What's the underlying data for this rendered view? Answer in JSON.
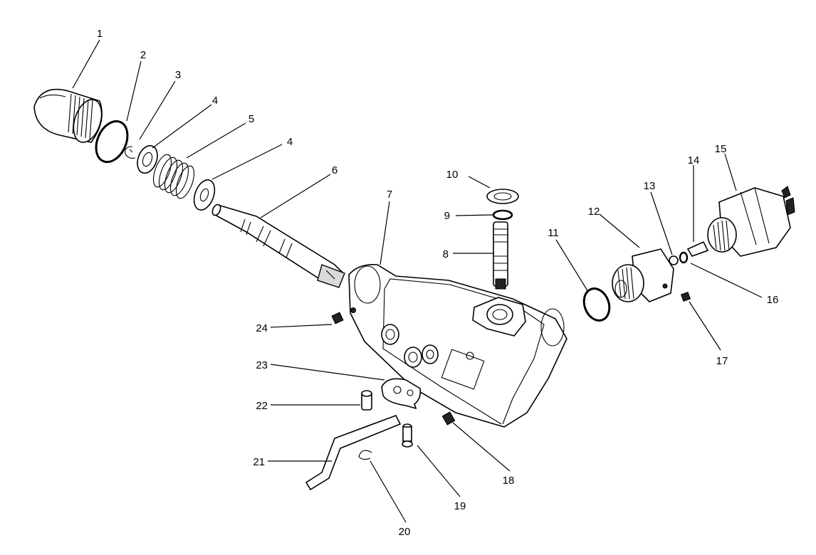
{
  "diagram": {
    "callouts": [
      {
        "id": "c1",
        "label": "1"
      },
      {
        "id": "c2",
        "label": "2"
      },
      {
        "id": "c3",
        "label": "3"
      },
      {
        "id": "c4a",
        "label": "4"
      },
      {
        "id": "c5",
        "label": "5"
      },
      {
        "id": "c4b",
        "label": "4"
      },
      {
        "id": "c6",
        "label": "6"
      },
      {
        "id": "c7",
        "label": "7"
      },
      {
        "id": "c8",
        "label": "8"
      },
      {
        "id": "c9",
        "label": "9"
      },
      {
        "id": "c10",
        "label": "10"
      },
      {
        "id": "c11",
        "label": "11"
      },
      {
        "id": "c12",
        "label": "12"
      },
      {
        "id": "c13",
        "label": "13"
      },
      {
        "id": "c14",
        "label": "14"
      },
      {
        "id": "c15",
        "label": "15"
      },
      {
        "id": "c16",
        "label": "16"
      },
      {
        "id": "c17",
        "label": "17"
      },
      {
        "id": "c18",
        "label": "18"
      },
      {
        "id": "c19",
        "label": "19"
      },
      {
        "id": "c20",
        "label": "20"
      },
      {
        "id": "c21",
        "label": "21"
      },
      {
        "id": "c22",
        "label": "22"
      },
      {
        "id": "c23",
        "label": "23"
      },
      {
        "id": "c24",
        "label": "24"
      }
    ]
  }
}
